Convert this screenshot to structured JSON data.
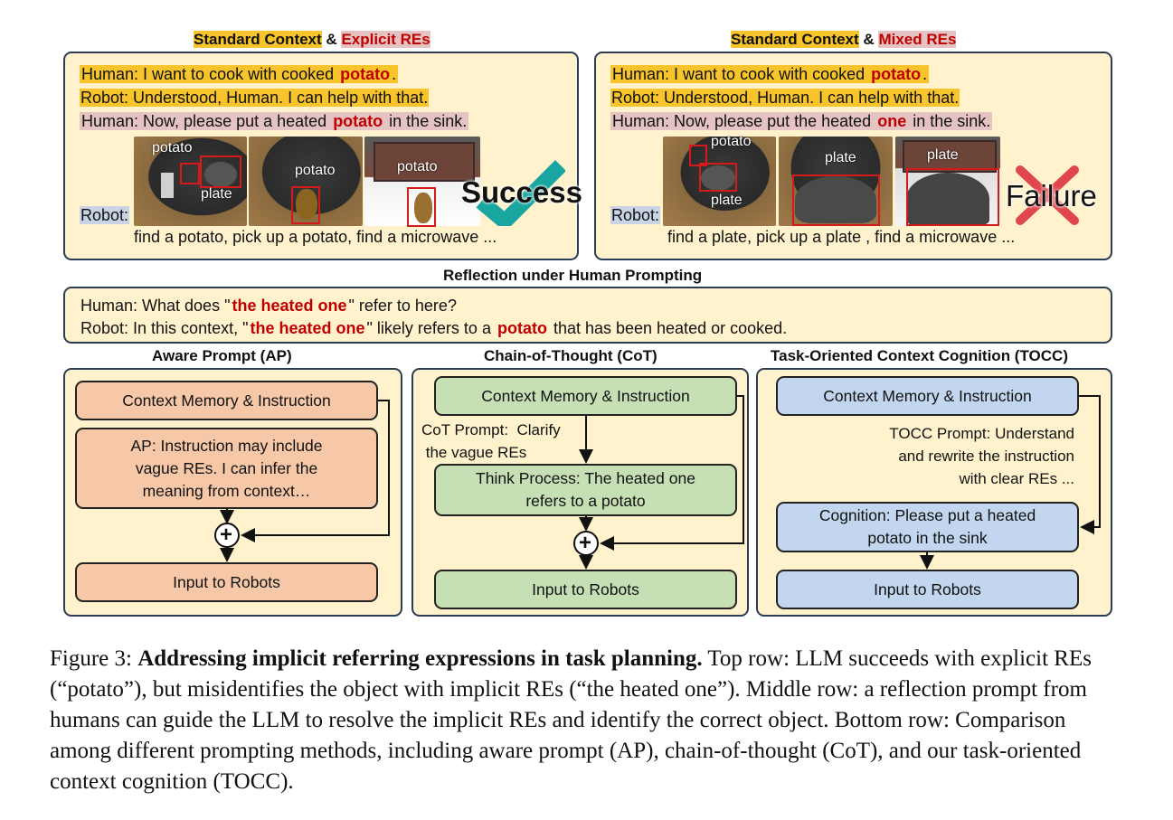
{
  "top_left": {
    "title_a": "Standard Context",
    "title_amp": "&",
    "title_b": "Explicit REs",
    "line1_prefix": "Human: I want to cook with cooked ",
    "line1_em": "potato",
    "line1_suffix": ".",
    "line2": "Robot: Understood, Human. I can help with that.",
    "line3_prefix": "Human: Now, please put a heated ",
    "line3_em": "potato",
    "line3_suffix": " in the sink.",
    "robot_label": "Robot:",
    "img_labels": [
      "potato",
      "plate",
      "potato",
      "potato"
    ],
    "result": "Success",
    "actions": "find a potato, pick up a potato, find a microwave ..."
  },
  "top_right": {
    "title_a": "Standard Context",
    "title_amp": "&",
    "title_b": "Mixed REs",
    "line1_prefix": "Human: I want to cook with cooked ",
    "line1_em": "potato",
    "line1_suffix": ".",
    "line2": "Robot: Understood, Human. I can help with that.",
    "line3_prefix": "Human: Now, please put the heated ",
    "line3_em": "one",
    "line3_suffix": " in the sink.",
    "robot_label": "Robot:",
    "img_labels": [
      "potato",
      "plate",
      "plate",
      "plate"
    ],
    "result": "Failure",
    "actions": "find a plate,  pick up a plate , find a microwave ..."
  },
  "reflection": {
    "title": "Reflection under Human Prompting",
    "q_prefix": "Human: What does \"",
    "q_em": "the heated one",
    "q_suffix": "\" refer to here?",
    "a_prefix": "Robot: In this context, \"",
    "a_em": "the heated one",
    "a_mid": "\" likely refers to a ",
    "a_em2": "potato",
    "a_suffix": " that has been heated or cooked."
  },
  "ap": {
    "title": "Aware Prompt (AP)",
    "box1": "Context Memory & Instruction",
    "box2": "AP: Instruction may include vague REs. I can infer the meaning from context…",
    "plus": "+",
    "box3": "Input to Robots"
  },
  "cot": {
    "title": "Chain-of-Thought (CoT)",
    "box1": "Context Memory & Instruction",
    "note": "CoT Prompt:  Clarify\n the vague REs",
    "box2": "Think Process: The heated one refers to a potato",
    "plus": "+",
    "box3": "Input to Robots"
  },
  "tocc": {
    "title": "Task-Oriented Context Cognition (TOCC)",
    "box1": "Context Memory & Instruction",
    "note": "TOCC Prompt: Understand\nand rewrite the instruction\nwith clear REs ...",
    "box2": "Cognition: Please put a heated potato in the sink",
    "box3": "Input to Robots"
  },
  "caption": {
    "label": "Figure 3: ",
    "bold": "Addressing implicit referring expressions in task planning.",
    "text": " Top row: LLM succeeds with explicit REs (“potato”), but misidentifies the object with implicit REs (“the heated one”). Middle row: a reflection prompt from humans can guide the LLM to resolve the implicit REs and identify the correct object. Bottom row: Comparison among different prompting methods, including aware prompt (AP), chain-of-thought (CoT), and our task-oriented context cognition (TOCC)."
  },
  "colors": {
    "panel_bg": "#fff2cc",
    "panel_border": "#2b3d54",
    "emphasis_red": "#c00000",
    "highlight_orange": "#f7c52b",
    "highlight_pink": "#e6c3c3",
    "highlight_blue": "#c9d5e7",
    "ap_box": "#f6c8a8",
    "cot_box": "#c6dfb4",
    "tocc_box": "#c2d7ef",
    "success_check": "#1aa6a0",
    "failure_cross": "#e0474c"
  }
}
